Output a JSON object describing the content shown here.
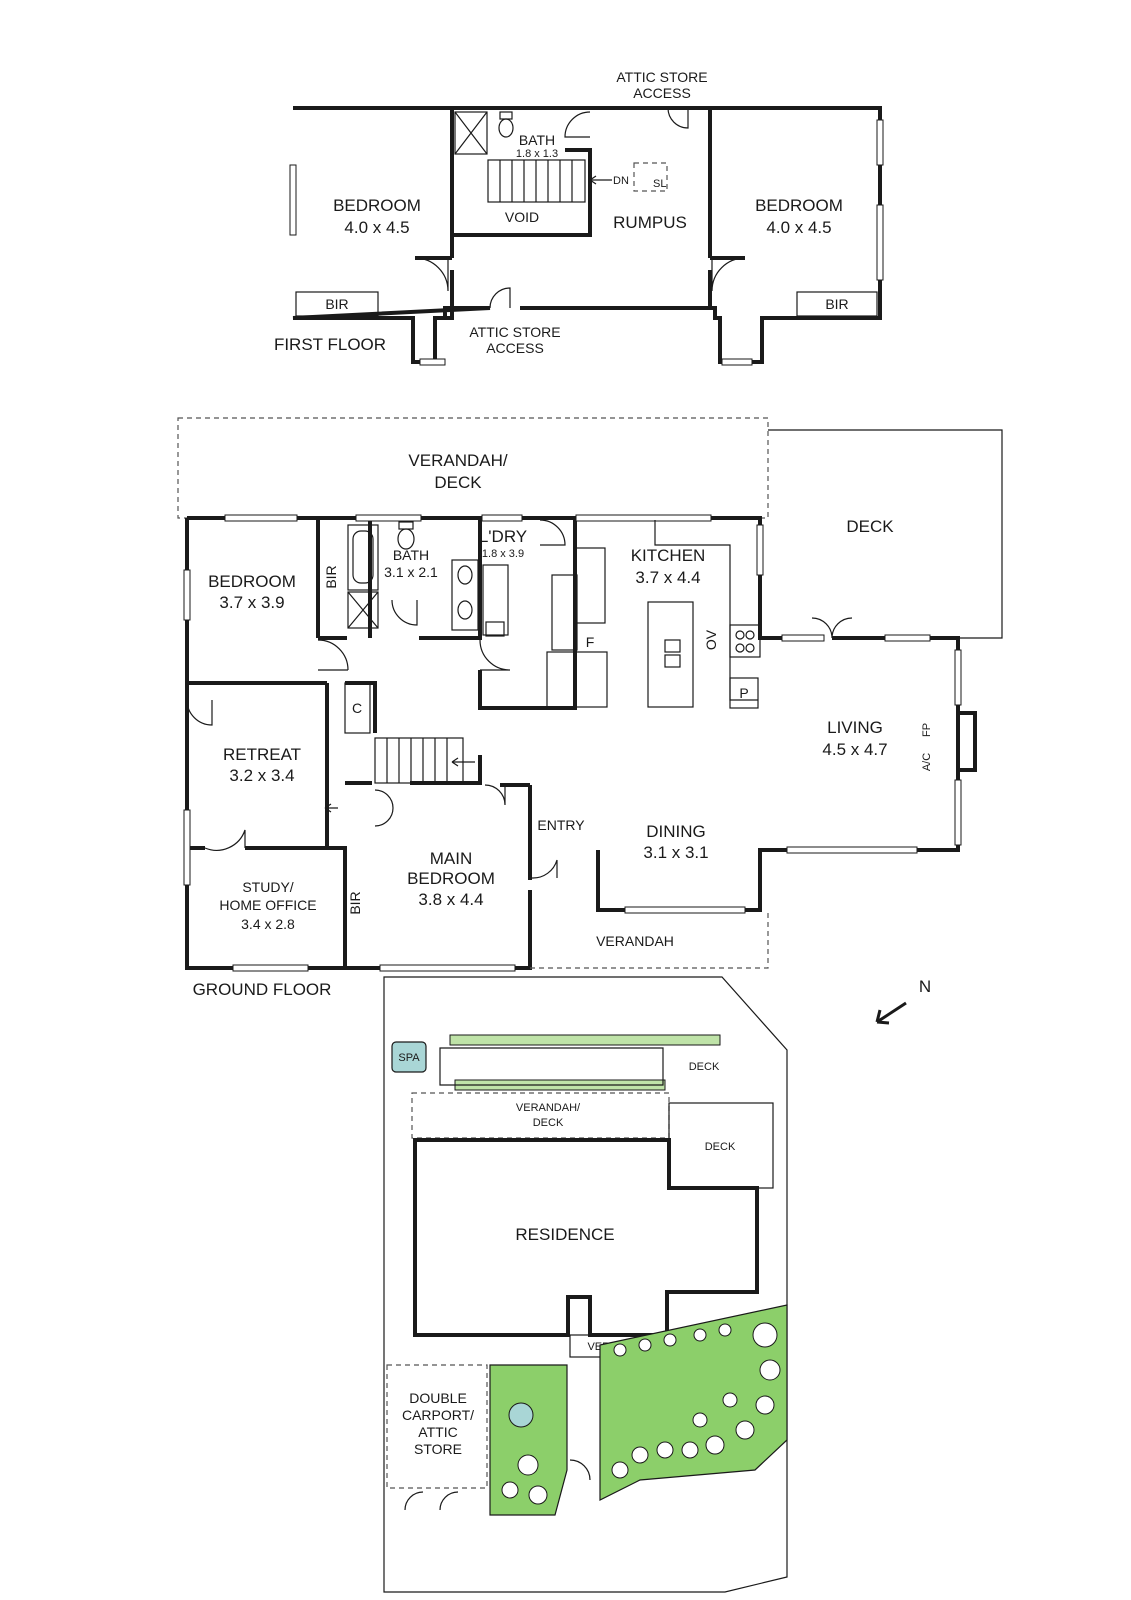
{
  "first_floor": {
    "title": "FIRST FLOOR",
    "bedroom_left": {
      "name": "BEDROOM",
      "size": "4.0 x 4.5"
    },
    "bedroom_right": {
      "name": "BEDROOM",
      "size": "4.0 x 4.5"
    },
    "bath": {
      "name": "BATH",
      "size": "1.8 x 1.3"
    },
    "void": "VOID",
    "rumpus": "RUMPUS",
    "dn": "DN",
    "sl": "SL",
    "bir_left": "BIR",
    "bir_right": "BIR",
    "attic_top_line1": "ATTIC STORE",
    "attic_top_line2": "ACCESS",
    "attic_bottom_line1": "ATTIC STORE",
    "attic_bottom_line2": "ACCESS"
  },
  "ground_floor": {
    "title": "GROUND FLOOR",
    "verandah_deck_line1": "VERANDAH/",
    "verandah_deck_line2": "DECK",
    "deck": "DECK",
    "bedroom": {
      "name": "BEDROOM",
      "size": "3.7 x 3.9"
    },
    "bir_top": "BIR",
    "bath": {
      "name": "BATH",
      "size": "3.1 x 2.1"
    },
    "laundry": {
      "name": "L'DRY",
      "size": "1.8 x 3.9"
    },
    "kitchen": {
      "name": "KITCHEN",
      "size": "3.7 x 4.4"
    },
    "fridge": "F",
    "oven": "OV",
    "pantry": "P",
    "living": {
      "name": "LIVING",
      "size": "4.5 x 4.7"
    },
    "fp": "FP",
    "ac": "A/C",
    "cupboard": "C",
    "retreat": {
      "name": "RETREAT",
      "size": "3.2 x 3.4"
    },
    "study": {
      "line1": "STUDY/",
      "line2": "HOME OFFICE",
      "size": "3.4 x 2.8"
    },
    "bir_bottom": "BIR",
    "main_bedroom": {
      "line1": "MAIN",
      "line2": "BEDROOM",
      "size": "3.8 x 4.4"
    },
    "entry": "ENTRY",
    "dining": {
      "name": "DINING",
      "size": "3.1 x 3.1"
    },
    "verandah": "VERANDAH"
  },
  "north": "N",
  "site": {
    "spa": "SPA",
    "deck_top": "DECK",
    "deck_side": "DECK",
    "verandah_deck_line1": "VERANDAH/",
    "verandah_deck_line2": "DECK",
    "residence": "RESIDENCE",
    "verandah": "VERANDAH",
    "carport_line1": "DOUBLE",
    "carport_line2": "CARPORT/",
    "carport_line3": "ATTIC",
    "carport_line4": "STORE"
  },
  "colors": {
    "wall": "#1a1a1a",
    "garden": "#8ccf6a",
    "spa": "#a9d6d6"
  }
}
